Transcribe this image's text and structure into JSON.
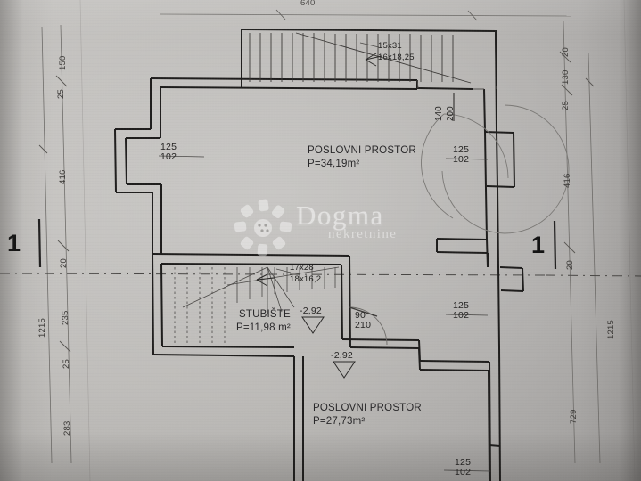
{
  "document": {
    "type": "architectural-floor-plan",
    "language": "hr",
    "title": "Tlocrt - Poslovni prostor"
  },
  "watermark": {
    "brand": "Dogma",
    "sub": "nekretnine",
    "logo_icon": "sun-flower-logo-icon"
  },
  "rooms": [
    {
      "id": "poslovni-prostor-gornji",
      "name": "POSLOVNI PROSTOR",
      "area": "P=34,19m²"
    },
    {
      "id": "stubiste",
      "name": "STUBIŠTE",
      "area": "P=11,98 m²"
    },
    {
      "id": "poslovni-prostor-donji",
      "name": "POSLOVNI PROSTOR",
      "area": "P=27,73m²"
    }
  ],
  "elevations": [
    {
      "id": "elev-stubiste",
      "value": "-2,92"
    },
    {
      "id": "elev-donji",
      "value": "-2,92"
    }
  ],
  "stair_notes": [
    {
      "id": "stair-upper",
      "line1": "15x31",
      "line2": "16x18,25"
    },
    {
      "id": "stair-lower",
      "line1": "17x28",
      "line2": "18x16,2"
    }
  ],
  "openings": [
    {
      "id": "window-left",
      "width": "125",
      "height": "102"
    },
    {
      "id": "window-right-upper",
      "width": "125",
      "height": "102"
    },
    {
      "id": "window-right-mid",
      "width": "125",
      "height": "102"
    },
    {
      "id": "window-right-lower",
      "width": "125",
      "height": "102"
    },
    {
      "id": "door-entry",
      "width": "140",
      "height": "200"
    },
    {
      "id": "door-stubiste",
      "width": "90",
      "height": "210"
    }
  ],
  "section_markers": [
    {
      "id": "section-left",
      "label": "1"
    },
    {
      "id": "section-right",
      "label": "1"
    }
  ],
  "dimensions": {
    "top": [
      {
        "id": "top-total",
        "value": "640"
      }
    ],
    "left_inner": [
      {
        "id": "l-150",
        "value": "150"
      },
      {
        "id": "l-416",
        "value": "416"
      },
      {
        "id": "l-235",
        "value": "235"
      },
      {
        "id": "l-283",
        "value": "283"
      }
    ],
    "left_small": [
      {
        "id": "l-25a",
        "value": "25"
      },
      {
        "id": "l-20a",
        "value": "20"
      },
      {
        "id": "l-25b",
        "value": "25"
      }
    ],
    "left_outer": [
      {
        "id": "l-total",
        "value": "1215"
      }
    ],
    "right_inner": [
      {
        "id": "r-20a",
        "value": "20"
      },
      {
        "id": "r-130",
        "value": "130"
      },
      {
        "id": "r-25",
        "value": "25"
      },
      {
        "id": "r-416",
        "value": "416"
      },
      {
        "id": "r-20b",
        "value": "20"
      },
      {
        "id": "r-729",
        "value": "729"
      }
    ],
    "right_outer": [
      {
        "id": "r-total",
        "value": "1215"
      }
    ]
  },
  "colors": {
    "wall": "#1f1e1d",
    "thin_line": "#6a6865",
    "dim_line": "#6f6d6a",
    "paper": "#b9b7b4",
    "text": "#2c2b2a"
  }
}
